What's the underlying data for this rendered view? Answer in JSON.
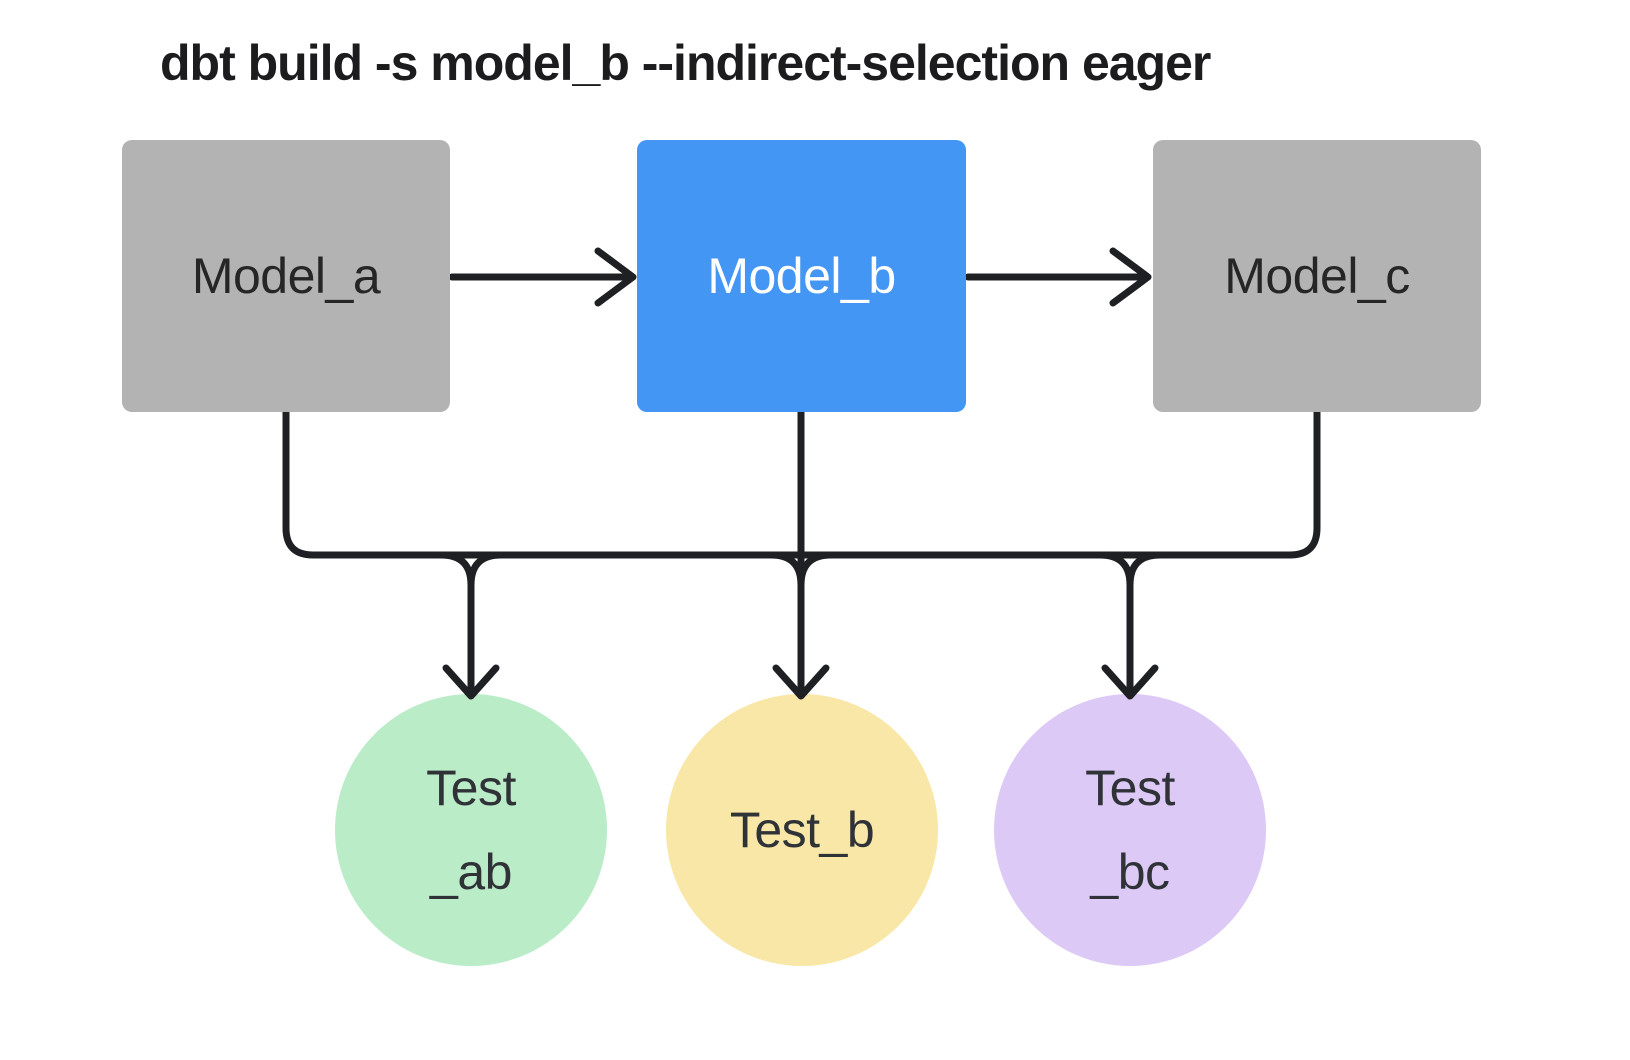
{
  "title": {
    "text": "dbt build -s model_b --indirect-selection eager",
    "color": "#1c1c1e"
  },
  "diagram": {
    "background": "#ffffff",
    "connector_color": "#1f2023",
    "models": [
      {
        "id": "model_a",
        "label": "Model_a",
        "fill": "#b3b3b3",
        "text_color": "#262626",
        "highlighted": false
      },
      {
        "id": "model_b",
        "label": "Model_b",
        "fill": "#4496f4",
        "text_color": "#ffffff",
        "highlighted": true
      },
      {
        "id": "model_c",
        "label": "Model_c",
        "fill": "#b3b3b3",
        "text_color": "#262626",
        "highlighted": false
      }
    ],
    "tests": [
      {
        "id": "test_ab",
        "label": "Test\n_ab",
        "fill": "#baecc8",
        "text_color": "#2f3236"
      },
      {
        "id": "test_b",
        "label": "Test_b",
        "fill": "#f8e7a6",
        "text_color": "#2f3236"
      },
      {
        "id": "test_bc",
        "label": "Test\n_bc",
        "fill": "#dcc9f6",
        "text_color": "#2f3236"
      }
    ],
    "edges": [
      {
        "from": "model_a",
        "to": "model_b"
      },
      {
        "from": "model_b",
        "to": "model_c"
      },
      {
        "from": "model_a",
        "to": "test_ab"
      },
      {
        "from": "model_b",
        "to": "test_ab"
      },
      {
        "from": "model_b",
        "to": "test_b"
      },
      {
        "from": "model_b",
        "to": "test_bc"
      },
      {
        "from": "model_c",
        "to": "test_bc"
      }
    ]
  }
}
